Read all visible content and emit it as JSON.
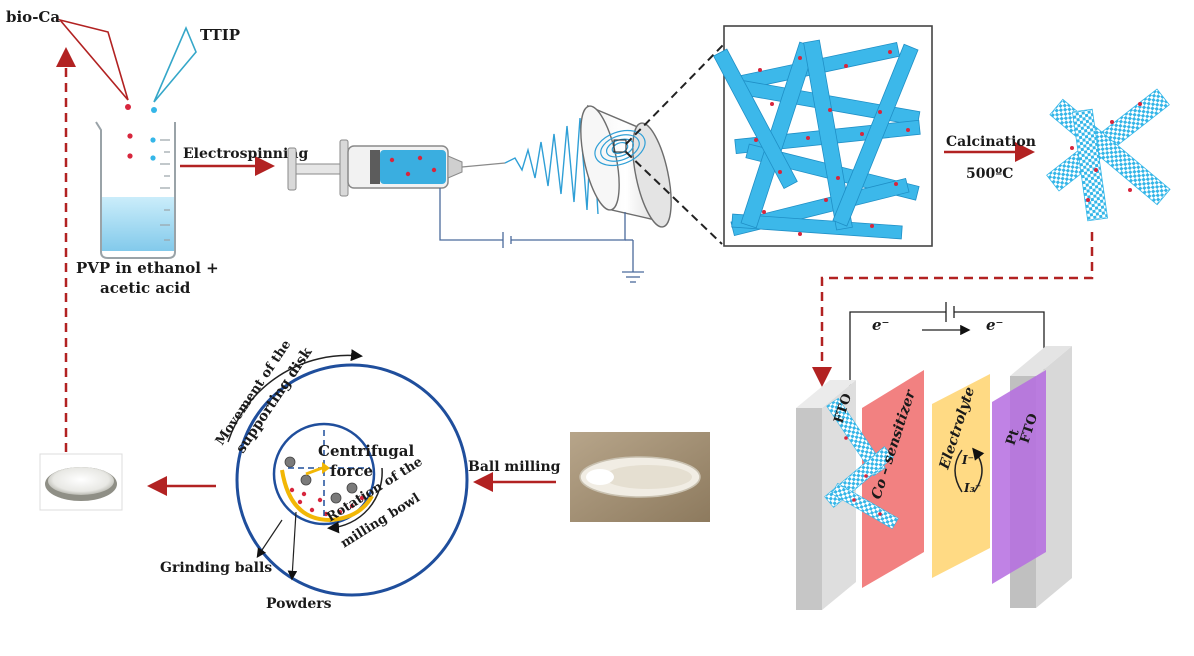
{
  "labels": {
    "bio_ca": "bio-Ca",
    "ttip": "TTIP",
    "electrospinning": "Electrospinning",
    "solution_line1": "PVP in ethanol +",
    "solution_line2": "acetic acid",
    "calcination": "Calcination",
    "temperature": "500ºC",
    "ball_milling": "Ball milling",
    "movement_line1": "Movement of the",
    "movement_line2": "supporting disk",
    "centrifugal_line1": "Centrifugal",
    "centrifugal_line2": "force",
    "rotation_line1": "Rotation of the",
    "rotation_line2": "milling bowl",
    "grinding_balls": "Grinding balls",
    "powders": "Powders",
    "electron_left": "e⁻",
    "electron_right": "e⁻",
    "fto_left": "FTO",
    "co_sensitizer": "Co – sensitizer",
    "electrolyte": "Electrolyte",
    "pt": "Pt",
    "fto_right": "FTO",
    "iodide": "I⁻",
    "triiodide": "I₃⁻"
  },
  "colors": {
    "process_arrow": "#b22222",
    "fiber": "#35b6e8",
    "particle": "#d7263d",
    "mill_circle": "#1f4e9c",
    "fto_glass": "#c9c9c9",
    "sensitizer_layer": "#f06b6b",
    "electrolyte_layer": "#ffd36e",
    "pt_layer": "#b56ce0",
    "liquid": "#9fd8f0"
  }
}
